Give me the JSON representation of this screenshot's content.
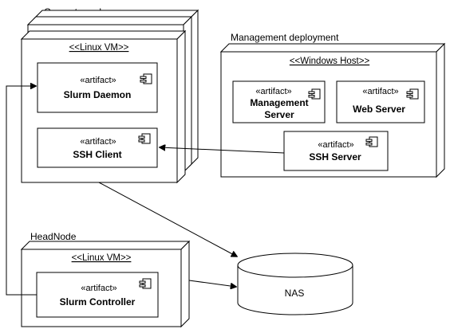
{
  "groups": {
    "compute_nodes": "Compute nodes",
    "management_deployment": "Management deployment",
    "head_node": "HeadNode"
  },
  "nodes": {
    "compute_vm": "<<Linux VM>>",
    "windows_host": "<<Windows Host>>",
    "head_vm": "<<Linux VM>>"
  },
  "artifacts": {
    "stereotype": "«artifact»",
    "slurm_daemon": "Slurm Daemon",
    "ssh_client": "SSH Client",
    "management_server_line1": "Management",
    "management_server_line2": "Server",
    "web_server": "Web Server",
    "ssh_server": "SSH Server",
    "slurm_controller": "Slurm Controller"
  },
  "storage": {
    "nas": "NAS"
  },
  "colors": {
    "stroke": "#000000",
    "fill": "#ffffff"
  }
}
